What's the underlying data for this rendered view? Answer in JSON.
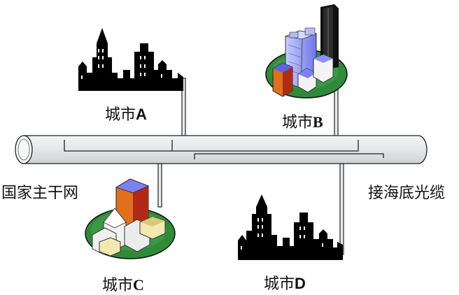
{
  "diagram": {
    "backbone_label": "国家主干网",
    "cable_label": "接海底光缆",
    "cities": [
      {
        "prefix": "城市",
        "suffix": "A"
      },
      {
        "prefix": "城市",
        "suffix": "B"
      },
      {
        "prefix": "城市",
        "suffix": "C"
      },
      {
        "prefix": "城市",
        "suffix": "D"
      }
    ]
  },
  "colors": {
    "silhouette": "#000000",
    "pipe": "#e6e8ea",
    "pipe_edge": "#222222",
    "island": "#2f8a3a",
    "glass": "#8a8ff0",
    "tower_red": "#b02a14",
    "tower_orange": "#e0701c"
  }
}
